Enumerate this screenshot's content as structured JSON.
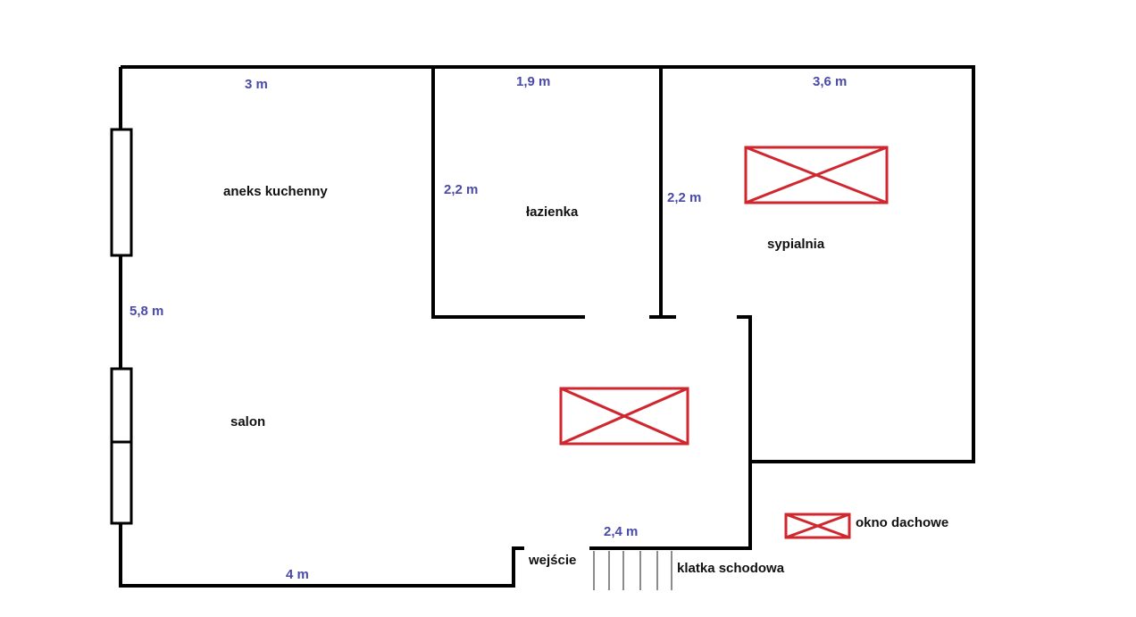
{
  "rooms": {
    "kitchen": "aneks kuchenny",
    "bathroom": "łazienka",
    "bedroom": "sypialnia",
    "living": "salon",
    "entrance": "wejście",
    "staircase": "klatka schodowa"
  },
  "dimensions": {
    "kitchen_width": "3 m",
    "bathroom_width": "1,9 m",
    "bedroom_width": "3,6 m",
    "bathroom_depth": "2,2 m",
    "bedroom_depth": "2,2 m",
    "left_wall": "5,8 m",
    "bottom_wall": "4 m",
    "hall_width": "2,4 m"
  },
  "legend": {
    "skylight": "okno dachowe"
  },
  "colors": {
    "wall": "#000000",
    "skylight": "#d0262e",
    "dimension": "#4a4aa8"
  }
}
